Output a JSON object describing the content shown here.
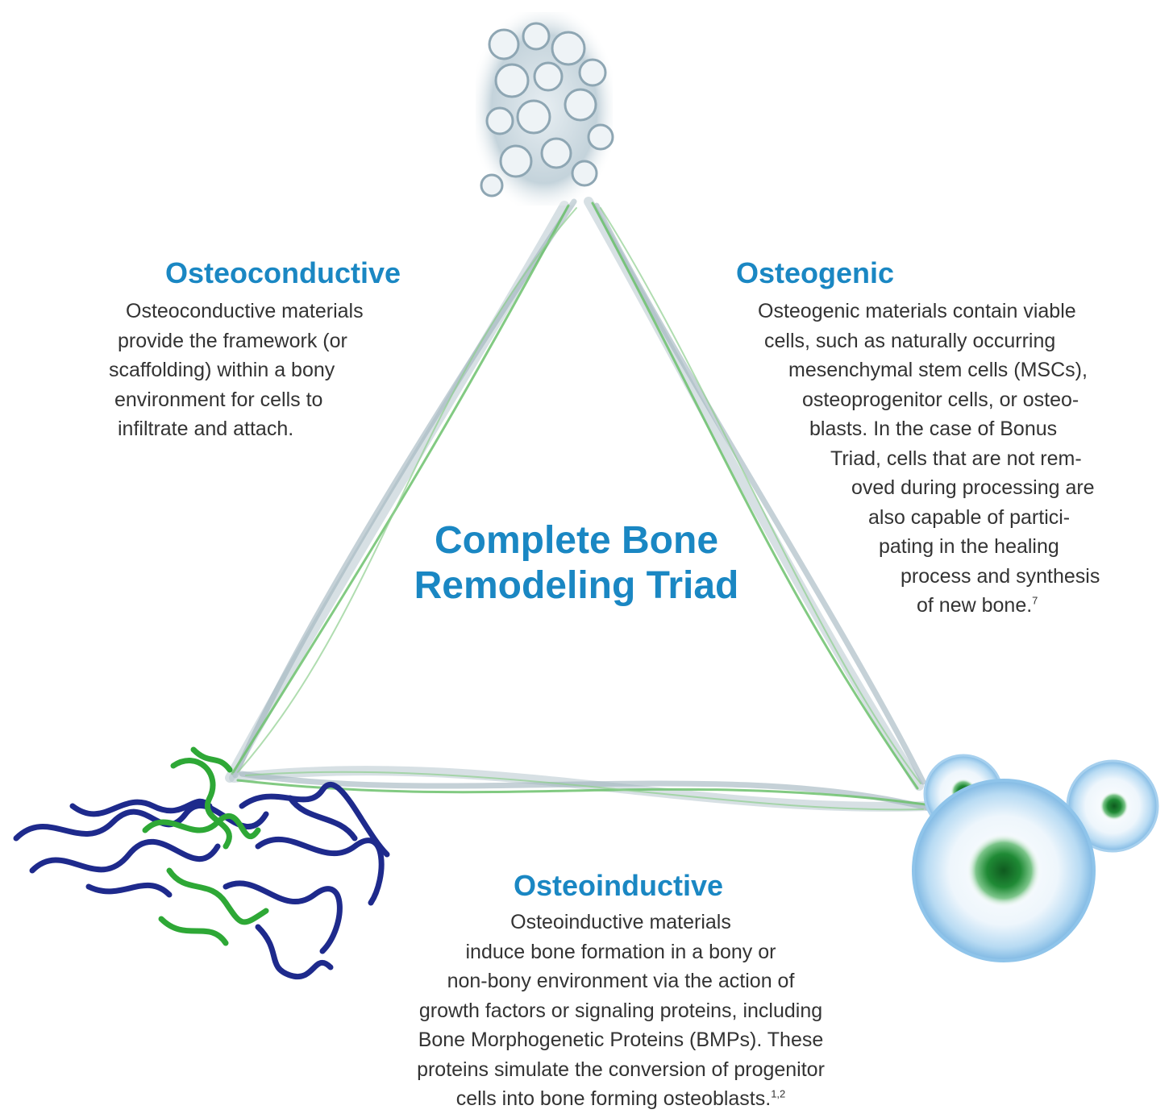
{
  "center_title": [
    "Complete Bone",
    "Remodeling Triad"
  ],
  "sections": {
    "osteoconductive": {
      "title": "Osteoconductive",
      "lines": [
        "Osteoconductive materials",
        "provide the framework (or",
        "scaffolding) within a bony",
        "environment for cells to",
        "infiltrate and attach."
      ]
    },
    "osteogenic": {
      "title": "Osteogenic",
      "lines": [
        "Osteogenic materials contain viable",
        "cells, such as naturally occurring",
        "mesenchymal stem cells (MSCs),",
        "osteoprogenitor cells, or osteo-",
        "blasts. In the case of Bonus",
        "Triad, cells that are not rem-",
        "oved during processing are",
        "also capable of partici-",
        "pating in the healing",
        "process and synthesis",
        "of new bone."
      ],
      "footnote": "7"
    },
    "osteoinductive": {
      "title": "Osteoinductive",
      "lines": [
        "Osteoinductive materials",
        "induce bone formation in a bony or",
        "non-bony environment via the action of",
        "growth factors or signaling proteins, including",
        "Bone Morphogenetic Proteins (BMPs). These",
        "proteins simulate the conversion of progenitor",
        "cells into bone forming osteoblasts."
      ],
      "footnote": "1,2"
    }
  },
  "colors": {
    "heading": "#1a87c3",
    "body_text": "#333333",
    "strand_gray": "#9fb3bd",
    "strand_green": "#6cc16c",
    "protein_blue": "#1e2a8c",
    "protein_green": "#2ea836",
    "cell_blue": "#8fc4ea",
    "nucleus_green": "#1b7a2e"
  },
  "icons": [
    "bone-scaffold-illustration",
    "protein-structure-illustration",
    "stem-cells-illustration"
  ]
}
